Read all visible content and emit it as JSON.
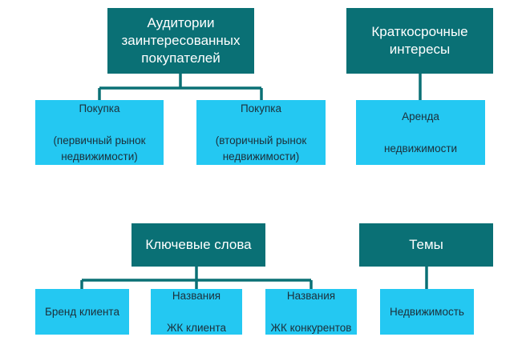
{
  "groups": [
    {
      "root": "Аудитории\nзаинтересованных\nпокупателей",
      "children": [
        "Покупка\n\n(первичный рынок\nнедвижимости)",
        "Покупка\n\n(вторичный рынок\nнедвижимости)"
      ]
    },
    {
      "root": "Краткосрочные\nинтересы",
      "children": [
        "Аренда\n\nнедвижимости"
      ]
    },
    {
      "root": "Ключевые слова",
      "children": [
        "Бренд клиента",
        "Названия\n\nЖК клиента",
        "Названия\n\nЖК конкурентов"
      ]
    },
    {
      "root": "Темы",
      "children": [
        "Недвижимость"
      ]
    }
  ],
  "colors": {
    "root_fill": "#0a7075",
    "child_fill": "#24c8f2",
    "connector": "#0a7075"
  }
}
